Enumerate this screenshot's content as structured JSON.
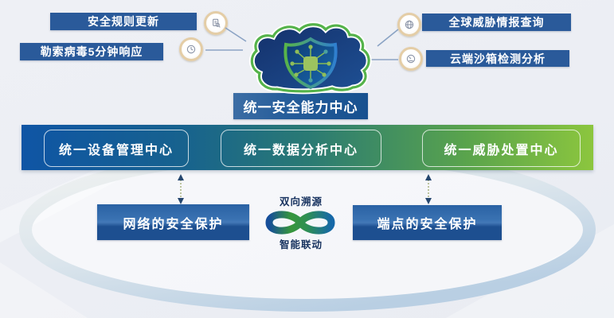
{
  "page": {
    "background": "#edeff4"
  },
  "center": {
    "label": "统一安全能力中心"
  },
  "callouts": {
    "left": [
      {
        "label": "安全规则更新",
        "icon": "rule-update-icon"
      },
      {
        "label": "勒索病毒5分钟响应",
        "icon": "response-clock-icon"
      }
    ],
    "right": [
      {
        "label": "全球威胁情报查询",
        "icon": "threat-intel-icon"
      },
      {
        "label": "云端沙箱检测分析",
        "icon": "sandbox-icon"
      }
    ]
  },
  "capability_bar": {
    "items": [
      {
        "label": "统一设备管理中心"
      },
      {
        "label": "统一数据分析中心"
      },
      {
        "label": "统一威胁处置中心"
      }
    ],
    "gradient_left": "#0f55a5",
    "gradient_right": "#8cc63e"
  },
  "protections": [
    {
      "label": "网络的安全保护"
    },
    {
      "label": "端点的安全保护"
    }
  ],
  "linkage": {
    "top_label": "双向溯源",
    "bottom_label": "智能联动"
  },
  "colors": {
    "label_box_blue": "#2a5a9a",
    "ellipse_ring": "#b9cfe3",
    "infinity_blue": "#164e9a",
    "infinity_green": "#37963c",
    "cloud_navy": "#173b72",
    "cloud_outline_green": "#55b34a"
  }
}
